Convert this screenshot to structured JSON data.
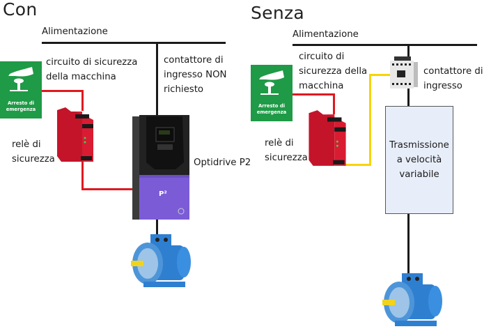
{
  "left_panel": {
    "title": "Con",
    "power_label": "Alimentazione",
    "safety_circuit_label": "circuito di sicurezza\ndella macchina",
    "contactor_note": "contattore di\ningresso NON\nrichiesto",
    "relay_label": "relè di\nsicurezza",
    "drive_label": "Optidrive P2",
    "emergency_sign": "Arresto di\nemergenza",
    "drive_logo": "P2"
  },
  "right_panel": {
    "title": "Senza",
    "power_label": "Alimentazione",
    "safety_circuit_label": "circuito di\nsicurezza della\nmacchina",
    "contactor_label": "contattore di\ningresso",
    "relay_label": "relè di\nsicurezza",
    "vsd_label": "Trasmissione\na velocità\nvariabile",
    "emergency_sign": "Arresto di\nemergenza"
  },
  "colors": {
    "power_line": "#1a1a1a",
    "safety_wire": "#e0191f",
    "control_wire": "#f7d400",
    "sign_green": "#1f9a46",
    "vsd_fill": "#e8eef9",
    "drive_purple": "#7b5cd6",
    "motor_blue": "#2f7fd1"
  }
}
